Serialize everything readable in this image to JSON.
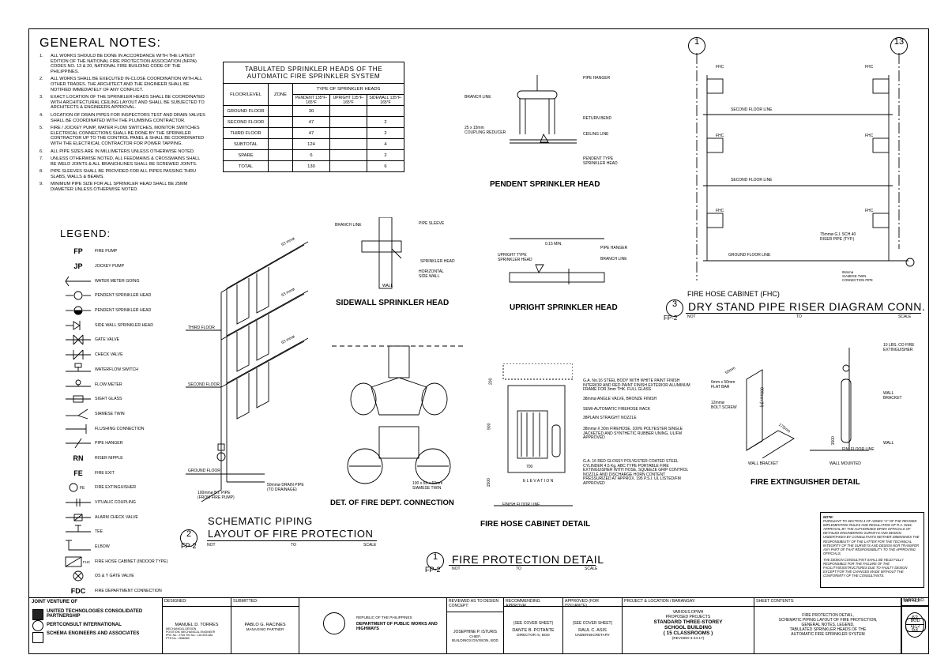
{
  "general_notes": {
    "title": "GENERAL  NOTES:",
    "items": [
      {
        "n": "1.",
        "t": "ALL WORKS SHOULD BE DONE IN ACCORDANCE WITH THE LATEST EDITION OF THE NATIONAL FIRE PROTECTION ASSOCIATION (NFPA) CODES NO. 13 & 20, NATIONAL FIRE BUILDING CODE OF THE PHILIPPINES."
      },
      {
        "n": "2.",
        "t": "ALL WORKS SHALL BE EXECUTED IN-CLOSE COORDINATION WITH ALL OTHER TRADES. THE ARCHITECT AND THE ENGINEER SHALL BE NOTIFIED IMMEDIATELY OF ANY CONFLICT."
      },
      {
        "n": "3.",
        "t": "EXACT LOCATION OF THE SPRINKLER HEADS SHALL BE COORDINATED WITH ARCHITECTURAL CEILING LAYOUT AND SHALL BE SUBJECTED TO ARCHITECTS & ENGINEERS APPROVAL."
      },
      {
        "n": "4.",
        "t": "LOCATION OF DRAIN PIPES FOR INSPECTORS TEST AND DRAIN VALVES SHALL BE COORDINATED WITH THE PLUMBING CONTRACTOR."
      },
      {
        "n": "5.",
        "t": "FIRE / JOCKEY PUMP, WATER FLOW SWITCHES, MONITOR SWITCHES ELECTRICAL CONNECTIONS SHALL BE DONE BY THE SPRINKLER CONTRACTOR UP TO THE CONTROL PANEL & SHALL BE COORDINATED WITH THE ELECTRICAL CONTRACTOR FOR POWER TAPPING."
      },
      {
        "n": "6.",
        "t": "ALL PIPE SIZES ARE IN MILLIMETERS UNLESS OTHERWISE NOTED."
      },
      {
        "n": "7.",
        "t": "UNLESS OTHERWISE NOTED, ALL FEEDMAINS & CROSSMAINS SHALL BE WELD JOINTS & ALL BRANCHLINES SHALL BE SCREWED JOINTS."
      },
      {
        "n": "8.",
        "t": "PIPE SLEEVES SHALL BE PROVIDED FOR ALL PIPES      PASSING THRU  SLABS, WALLS & BEAMS."
      },
      {
        "n": "9.",
        "t": "MINIMUM PIPE SIZE FOR ALL SPRINKLER HEAD SHALL BE 25MM DIAMETER UNLESS OTHERWISE NOTED."
      }
    ]
  },
  "sprinkler_table": {
    "caption_1": "TABULATED SPRINKLER HEADS OF THE",
    "caption_2": "AUTOMATIC FIRE SPRINKLER SYSTEM",
    "h_floor": "FLOOR/LEVEL",
    "h_zone": "ZONE",
    "h_type": "TYPE OF SPRINKLER HEADS",
    "h_pendent": "PENDENT 135°F-165°F",
    "h_upright": "UPRIGHT 135°F-165°F",
    "h_sidewall": "SIDEWALL 135°F-165°F",
    "rows": [
      {
        "floor": "GROUND FLOOR",
        "pendent": "30",
        "sidewall": ""
      },
      {
        "floor": "SECOND FLOOR",
        "pendent": "47",
        "sidewall": "2"
      },
      {
        "floor": "THIRD FLOOR",
        "pendent": "47",
        "sidewall": "2"
      },
      {
        "floor": "SUBTOTAL",
        "pendent": "124",
        "sidewall": "4"
      },
      {
        "floor": "SPARE",
        "pendent": "6",
        "sidewall": "2"
      },
      {
        "floor": "TOTAL",
        "pendent": "130",
        "sidewall": "6"
      }
    ]
  },
  "legend": {
    "title": "LEGEND:",
    "items": [
      {
        "abbr": "FP",
        "label": "FIRE PUMP",
        "icon": "fp-abbr"
      },
      {
        "abbr": "JP",
        "label": "JOCKEY PUMP",
        "icon": "jp-abbr"
      },
      {
        "abbr": "",
        "label": "WATER METER GOING",
        "icon": "water-meter-icon"
      },
      {
        "abbr": "",
        "label": "PENDENT SPRINKLER HEAD",
        "icon": "pendent-head-icon"
      },
      {
        "abbr": "",
        "label": "PENDENT SPRINKLER HEAD",
        "icon": "pendent-head-half-icon"
      },
      {
        "abbr": "",
        "label": "SIDE WALL SPRINKLER HEAD",
        "icon": "sidewall-head-icon"
      },
      {
        "abbr": "",
        "label": "GATE VALVE",
        "icon": "gate-valve-icon"
      },
      {
        "abbr": "",
        "label": "CHECK VALVE",
        "icon": "check-valve-icon"
      },
      {
        "abbr": "",
        "label": "WATERFLOW SWITCH",
        "icon": "waterflow-switch-icon"
      },
      {
        "abbr": "",
        "label": "FLOW METER",
        "icon": "flow-meter-icon"
      },
      {
        "abbr": "",
        "label": "SIGHT GLASS",
        "icon": "sight-glass-icon"
      },
      {
        "abbr": "",
        "label": "SIAMESE TWIN",
        "icon": "siamese-twin-icon"
      },
      {
        "abbr": "",
        "label": "FLUSHING CONNECTION",
        "icon": "flushing-connection-icon"
      },
      {
        "abbr": "",
        "label": "PIPE HANGER",
        "icon": "pipe-hanger-icon"
      },
      {
        "abbr": "RN",
        "label": "RISER NIPPLE",
        "icon": "rn-abbr"
      },
      {
        "abbr": "FE",
        "label": "FIRE EXIT",
        "icon": "fe-abbr"
      },
      {
        "abbr": "",
        "label": "FIRE EXTINGUISHER",
        "icon": "fire-extinguisher-icon"
      },
      {
        "abbr": "",
        "label": "VITUALIC COUPLING",
        "icon": "coupling-icon"
      },
      {
        "abbr": "",
        "label": "ALARM CHECK VALVE",
        "icon": "alarm-check-valve-icon"
      },
      {
        "abbr": "",
        "label": "TEE",
        "icon": "tee-icon"
      },
      {
        "abbr": "",
        "label": "ELBOW",
        "icon": "elbow-icon"
      },
      {
        "abbr": "",
        "label": "FIRE HOSE CABINET (INDOOR TYPE)",
        "icon": "fire-hose-cabinet-icon"
      },
      {
        "abbr": "",
        "label": "OS & Y GATE VALVE",
        "icon": "osy-gate-valve-icon"
      },
      {
        "abbr": "FDC",
        "label": "FIRE DEPARTMENT CONNECTION",
        "icon": "fdc-abbr"
      }
    ],
    "fe_small": "FE",
    "fhc_small": "FHC"
  },
  "schematic": {
    "pipe_63": "63 mmø",
    "third_floor": "THIRD FLOOR",
    "second_floor": "SECOND FLOOR",
    "ground_floor": "GROUND FLOOR",
    "drain_1": "50mmø DRAIN PIPE",
    "drain_2": "(TO DRAINAGE)",
    "bi_1": "100mmø B.I. PIPE",
    "bi_2": "(FROM FIRE PUMP)",
    "num": "2",
    "sheet": "FP-2",
    "title_1": "SCHEMATIC PIPING",
    "title_2": "LAYOUT OF FIRE PROTECTION",
    "not": "NOT",
    "to": "TO",
    "scale": "SCALE"
  },
  "sidewall": {
    "branch_line": "BRANCH LINE",
    "pipe_sleeve": "PIPE SLEEVE",
    "sprinkler_head": "SPRINKLER HEAD",
    "horizontal": "HORIZONTAL",
    "side_wall": "SIDE WALL",
    "wall": "WALL",
    "title": "SIDEWALL SPRINKLER HEAD"
  },
  "pendent": {
    "pipe_hanger": "PIPE HANGER",
    "branch_line": "BRANCH LINE",
    "return_bend": "RETURN BEND",
    "coupling_1": "25 x 15mm",
    "coupling_2": "COUPLING REDUCER",
    "ceiling_line": "CEILING LINE",
    "pendent_1": "PENDENT TYPE",
    "pendent_2": "SPRINKLER HEAD",
    "title": "PENDENT SPRINKLER HEAD"
  },
  "upright": {
    "dim": "0.15 MIN.",
    "pipe_hanger": "PIPE HANGER",
    "branch_line": "BRANCH LINE",
    "up_1": "UPRIGHT TYPE",
    "up_2": "SPRINKLER HEAD",
    "title": "UPRIGHT SPRINKLER HEAD"
  },
  "riser": {
    "grid_1": "1",
    "grid_13": "13",
    "fhc": "FHC",
    "second_floor_line": "SECOND FLOOR LINE",
    "ground_floor_line": "GROUND FLOOR LINE",
    "riser_1": "75mmø G.I. SCH.40",
    "riser_2": "RISER PIPE (TYP.)",
    "siamese_1": "65mmø",
    "siamese_2": "SIAMESE TWIN",
    "siamese_3": "CONNECTION PIPE",
    "sub": "FIRE HOSE CABINET (FHC)",
    "num": "3",
    "sheet": "FP-2",
    "title": "DRY STAND PIPE RISER DIAGRAM CONN.",
    "not": "NOT",
    "to": "TO",
    "scale": "SCALE"
  },
  "fdc": {
    "size_1": "100 x 63 x 63mm",
    "size_2": "SIAMESE TWIN",
    "title": "DET. OF FIRE DEPT. CONNECTION"
  },
  "fhc_detail": {
    "d200": "200",
    "d900": "900",
    "d1500": "1500",
    "d700": "700",
    "elevation": "E L E V A T I O N",
    "finish_floor": "FINISH FLOOR LINE",
    "n1": "G.A. No.16 STEEL BODY WITH WHITE PAINT FINISH INTERIOR AND RED PAINT FINISH EXTERIOR ALUMINUM FRAME FOR   3mm THK. FULL GLASS",
    "n2": "38mmø ANGLE VALVE, BRONZE FINISH",
    "n3": "SEMI-AUTOMATIC FIREHOSE RACK",
    "n4": "38PLAIN STRAIGHT NOZZLE",
    "n5": "38mmø X 30m FIREHOSE, 100% POLYESTER SINGLE JACKETED AND SYNTHETIC RUBBER UNING, UL/FM APPROVED",
    "n6": "G.A. 16 RED GLOSSY POLYESTER COATED STEEL CYLINDER 4.5 Kg. ABC TYPE PORTABLE FIRE EXTINGUISHER WITH HOSE, SQUEEZE GRIP CONTROL NOZZLE AND DISCHARGE HORN CONTENT PRESSURIZED AT APPROX. 195 P.S.I. UL LISTED/FM APPROVED",
    "title": "FIRE HOSE CABINET DETAIL"
  },
  "extinguisher": {
    "d50": "50mm",
    "flat_1": "6mm x 50mm",
    "flat_2": "FLAT BAR",
    "bolt_1": "12mmø",
    "bolt_2": "BOLT SCREW",
    "d800": "800mm (H)",
    "d175": "175mm",
    "wall_bracket": "WALL BRACKET",
    "co_1": "10 LBS. CO FIRE",
    "co_2": "EXTINGUISHER",
    "wall": "WALL",
    "bracket": "BRACKET",
    "wall2": "WALL",
    "d1500": "1500",
    "fin_floor": "FIN. FLOOR LINE",
    "wall_mounted": "WALL MOUNTED",
    "title": "FIRE EXTINGUISHER DETAIL"
  },
  "detail_title": {
    "num": "1",
    "sheet": "FP-2",
    "title": "FIRE PROTECTION DETAIL",
    "not": "NOT",
    "to": "TO",
    "scale": "SCALE"
  },
  "note_box": {
    "head": "NOTE:",
    "p1": "PURSUANT TO SECTION 4 OF ANNEX \"A\" OF THE REVISED IMPLEMENTING RULES AND REGULATION OF R.A. 9184, APPROVAL BY THE AUTHORIZED DPWH OFFICIALS OF DETAILED ENGINEERING SURVEYS AND DESIGN UNDERTAKEN BY CONSULTANTS NEITHER DIMINISHES THE RESPONSIBILITY OF THE LATTER FOR THE TECHNICAL INTEGRITY OF THE SURVEYS AND DESIGN NOR TRANSFER ANY PART OF THAT RESPONSIBILITY TO THE APPROVING OFFICIALS.",
    "p2": "THE DESIGN CONSULTANT SHALL BE HELD FULLY RESPONSIBLE FOR THE FAILURE OF THE FACILITY/IES/STRUCTURES DUE TO FAULTY DESIGN EXCEPT FOR THE CHANGES MADE WITHOUT THE CONFORMITY OF THE CONSULTANTS."
  },
  "title_block": {
    "joint_venture": "JOINT VENTURE OF",
    "jv1": "UNITED TECHNOLOGIES CONSOLIDATED PARTNERSHIP",
    "jv2": "PERTCONSULT INTERNATIONAL",
    "jv3": "SCHEMA ENGINEERS AND ASSOCIATES",
    "designed": "DESIGNED:",
    "designer": "MANUEL D. TORRES",
    "designer_role": "MECHANICAL DESIGN",
    "designer_role2": "POSITION: MECHANICAL ENGINEER",
    "designer_prc": "PRC No.: 2745          TIN No.: 116-903-881",
    "designer_ptr": "PTR No.: 2686080",
    "submitted": "SUBMITTED:",
    "submitter": "PABLO G. RACINES",
    "submitter_role": "MANAGING PARTNER",
    "republic": "REPUBLIC OF THE PHILIPPINES",
    "dept": "DEPARTMENT OF PUBLIC WORKS AND HIGHWAYS",
    "reviewed": "REVIEWED AS TO DESIGN CONCEPT:",
    "reviewer": "JOSEPHINE P. ISTURIS",
    "reviewer_role": "CHIEF,",
    "reviewer_role2": "BUILDINGS DIVISION, BOD",
    "recommending": "RECOMMENDING APPROVAL",
    "see_cover_1": "(SEE COVER SHEET)",
    "recommender": "DANTE B. POTANTE",
    "recommender_role": "DIRECTOR IV, BOD",
    "approved": "APPROVED (FOR ISSUANCE)",
    "see_cover_2": "(SEE COVER SHEET)",
    "approver": "RAUL C. ASIS",
    "approver_role": "UNDERSECRETARY",
    "project_hd": "PROJECT & LOCATION / BARANGAY:",
    "p1": "VARIOUS DPWH",
    "p2": "PROPOSED PROJECTS",
    "p3": "STANDARD THREE-STOREY",
    "p4": "SCHOOL BUILDING",
    "p5": "( 15 CLASSROOMS )",
    "p6": "(REVISED 3-24-17)",
    "contents_hd": "SHEET CONTENTS:",
    "c1": "FIRE PROTECTION DETAIL,",
    "c2": "SCHEMATIC PIPING LAYOUT OF FIRE PROTECTION,",
    "c3": "GENERAL NOTES, LEGEND,",
    "c4": "TABULATED SPRINKLER HEADS OF THE",
    "c5": "AUTOMATIC FIRE SPRINKLER SYSTEM",
    "set_hd": "SET NO.",
    "set_1": "BOD",
    "set_2": "FP-2",
    "sheet_hd": "SHEET NO.",
    "sheet_no": "62",
    "sheet_total": "63"
  }
}
